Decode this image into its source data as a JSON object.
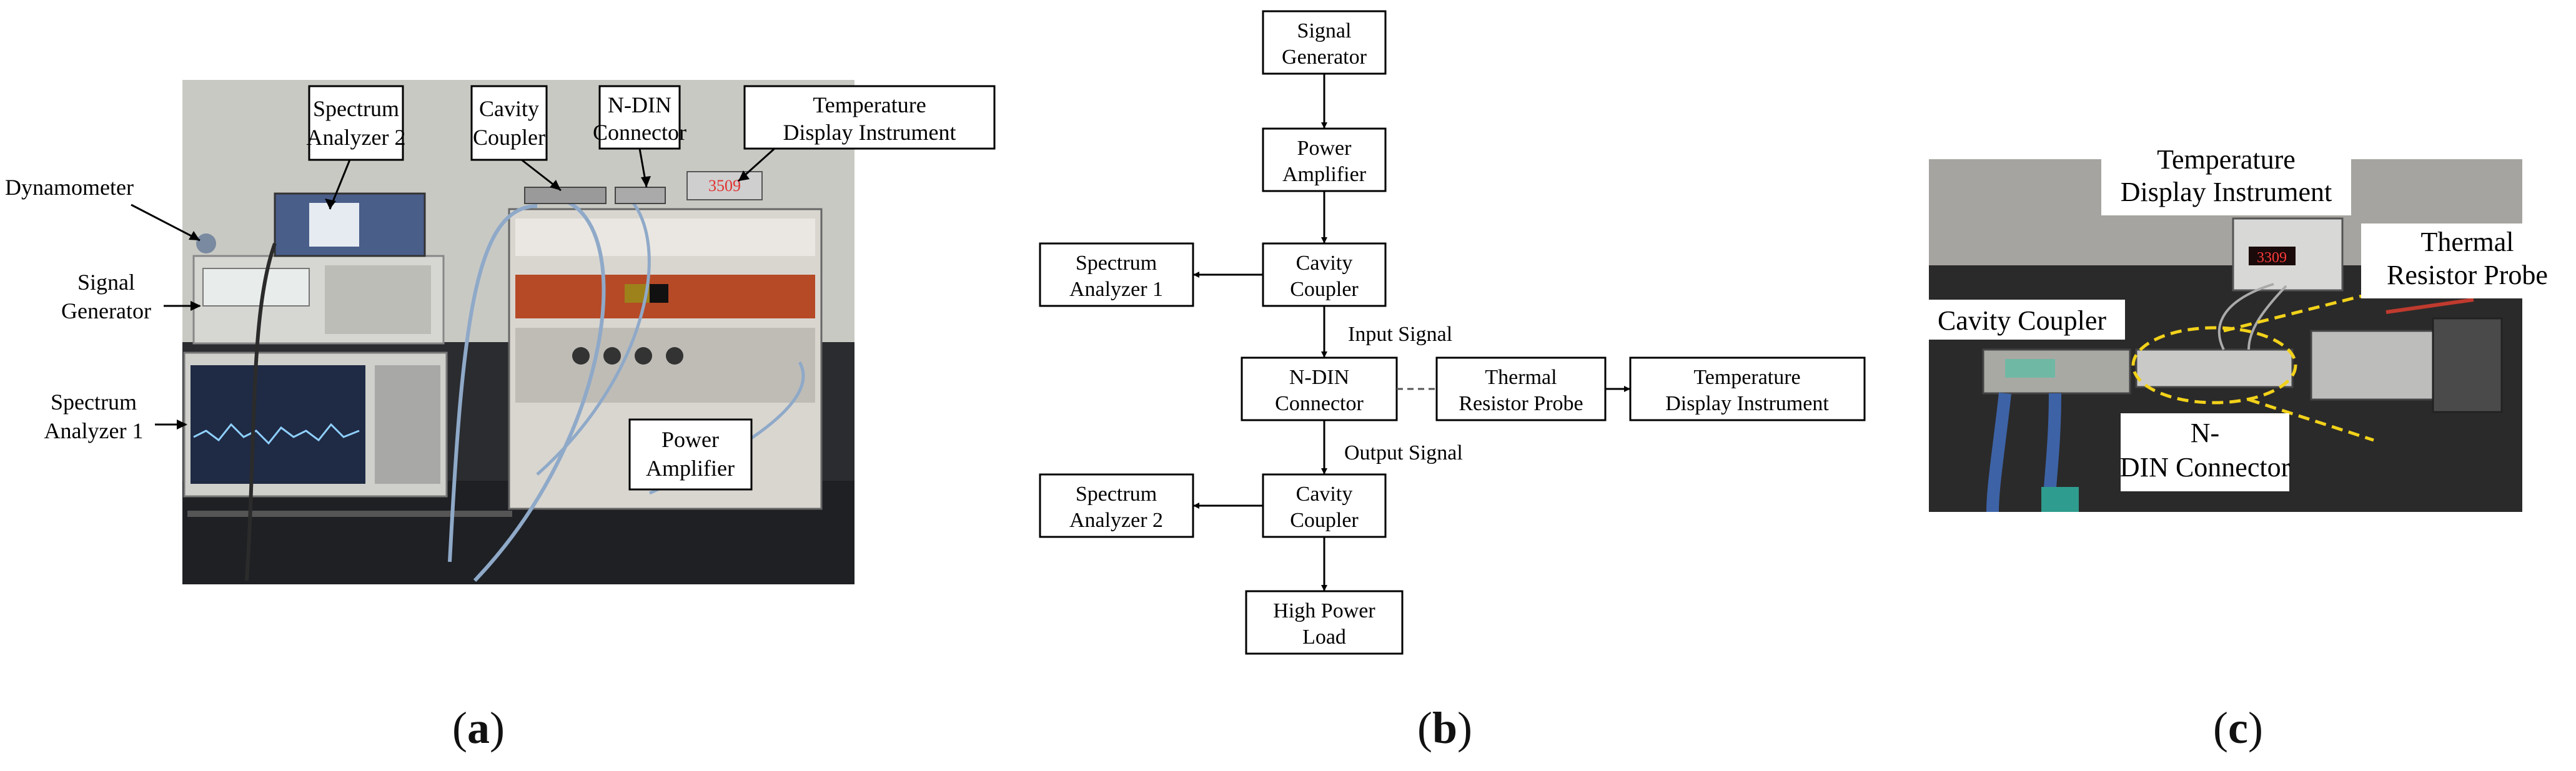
{
  "panel_a": {
    "callouts": {
      "spectrum_analyzer_2": [
        "Spectrum",
        "Analyzer 2"
      ],
      "cavity_coupler": [
        "Cavity",
        "Coupler"
      ],
      "ndin_connector": [
        "N-DIN",
        "Connector"
      ],
      "temperature_display": [
        "Temperature",
        "Display Instrument"
      ],
      "dynamometer": [
        "Dynamometer"
      ],
      "signal_generator": [
        "Signal",
        "Generator"
      ],
      "spectrum_analyzer_1": [
        "Spectrum",
        "Analyzer 1"
      ],
      "power_amplifier": [
        "Power",
        "Amplifier"
      ]
    },
    "display_reading": "3509"
  },
  "panel_b": {
    "boxes": {
      "signal_generator": [
        "Signal",
        "Generator"
      ],
      "power_amplifier": [
        "Power",
        "Amplifier"
      ],
      "cavity_coupler_1": [
        "Cavity",
        "Coupler"
      ],
      "spectrum_analyzer_1": [
        "Spectrum",
        "Analyzer 1"
      ],
      "ndin_connector": [
        "N-DIN",
        "Connector"
      ],
      "thermal_resistor_probe": [
        "Thermal",
        "Resistor Probe"
      ],
      "temperature_display": [
        "Temperature",
        "Display Instrument"
      ],
      "cavity_coupler_2": [
        "Cavity",
        "Coupler"
      ],
      "spectrum_analyzer_2": [
        "Spectrum",
        "Analyzer 2"
      ],
      "high_power_load": [
        "High Power",
        "Load"
      ]
    },
    "edge_labels": {
      "input_signal": "Input Signal",
      "output_signal": "Output Signal"
    }
  },
  "panel_c": {
    "callouts": {
      "temperature_display": [
        "Temperature",
        "Display Instrument"
      ],
      "thermal_resistor_probe": [
        "Thermal",
        "Resistor Probe"
      ],
      "cavity_coupler": [
        "Cavity Coupler"
      ],
      "ndin_connector": [
        "N-",
        "DIN Connector"
      ]
    },
    "display_reading": "3309"
  },
  "captions": {
    "a": "a",
    "b": "b",
    "c": "c"
  }
}
